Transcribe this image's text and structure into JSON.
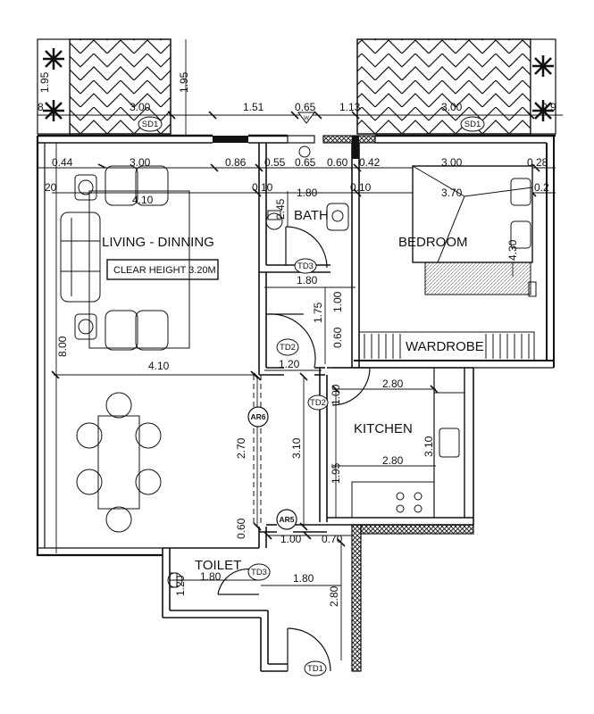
{
  "rooms": {
    "living": "LIVING - DINNING",
    "clear_height": "CLEAR HEIGHT 3.20M",
    "bath": "BATH",
    "bedroom": "BEDROOM",
    "wardrobe": "WARDROBE",
    "kitchen": "KITCHEN",
    "toilet": "TOILET"
  },
  "tags": {
    "sd1_left": "SD1",
    "sd1_right": "SD1",
    "w1": "W",
    "td3_bath": "TD3",
    "td2_living": "TD2",
    "td2_kitchen": "TD2",
    "ar6_top": "AR6",
    "ar5_bottom": "AR5",
    "td3_toilet": "TD3",
    "td1": "TD1"
  },
  "dims": {
    "top_195_left": "1.95",
    "top_195_right": "1.95",
    "top_300_left": "3.00",
    "top_151": "1.51",
    "top_065": "0.65",
    "top_113": "1.13",
    "top_300_right": "3.00",
    "top_090": "0.9",
    "left_edge_8": "8",
    "r2_044": "0.44",
    "r2_300_left": "3.00",
    "r2_086": "0.86",
    "r2_055": "0.55",
    "r2_065": "0.65",
    "r2_060": "0.60",
    "r2_042": "0.42",
    "r2_300_right": "3.00",
    "r2_028": "0.28",
    "r3_20": "20",
    "r3_410": "4.10",
    "r3_010a": "0.10",
    "r3_180": "1.80",
    "r3_010b": "0.10",
    "r3_370": "3.70",
    "r3_02": "0.2",
    "bath_245": "2.45",
    "bed_430": "4.30",
    "hall_180": "1.80",
    "hall_175": "1.75",
    "hall_100": "1.00",
    "hall_060": "0.60",
    "living_800": "8.00",
    "living_410": "4.10",
    "hall_120": "1.20",
    "kitchen_280a": "2.80",
    "kitchen_100": "1.00",
    "kitchen_310": "3.10",
    "kitchen_280b": "2.80",
    "kitchen_195": "1.95",
    "living_270": "2.70",
    "hall_310": "3.10",
    "living_060": "0.60",
    "bottom_100": "1.00",
    "bottom_070": "0.70",
    "toilet_120": "1.20",
    "toilet_180": "1.80",
    "entry_180": "1.80",
    "entry_280": "2.80"
  }
}
